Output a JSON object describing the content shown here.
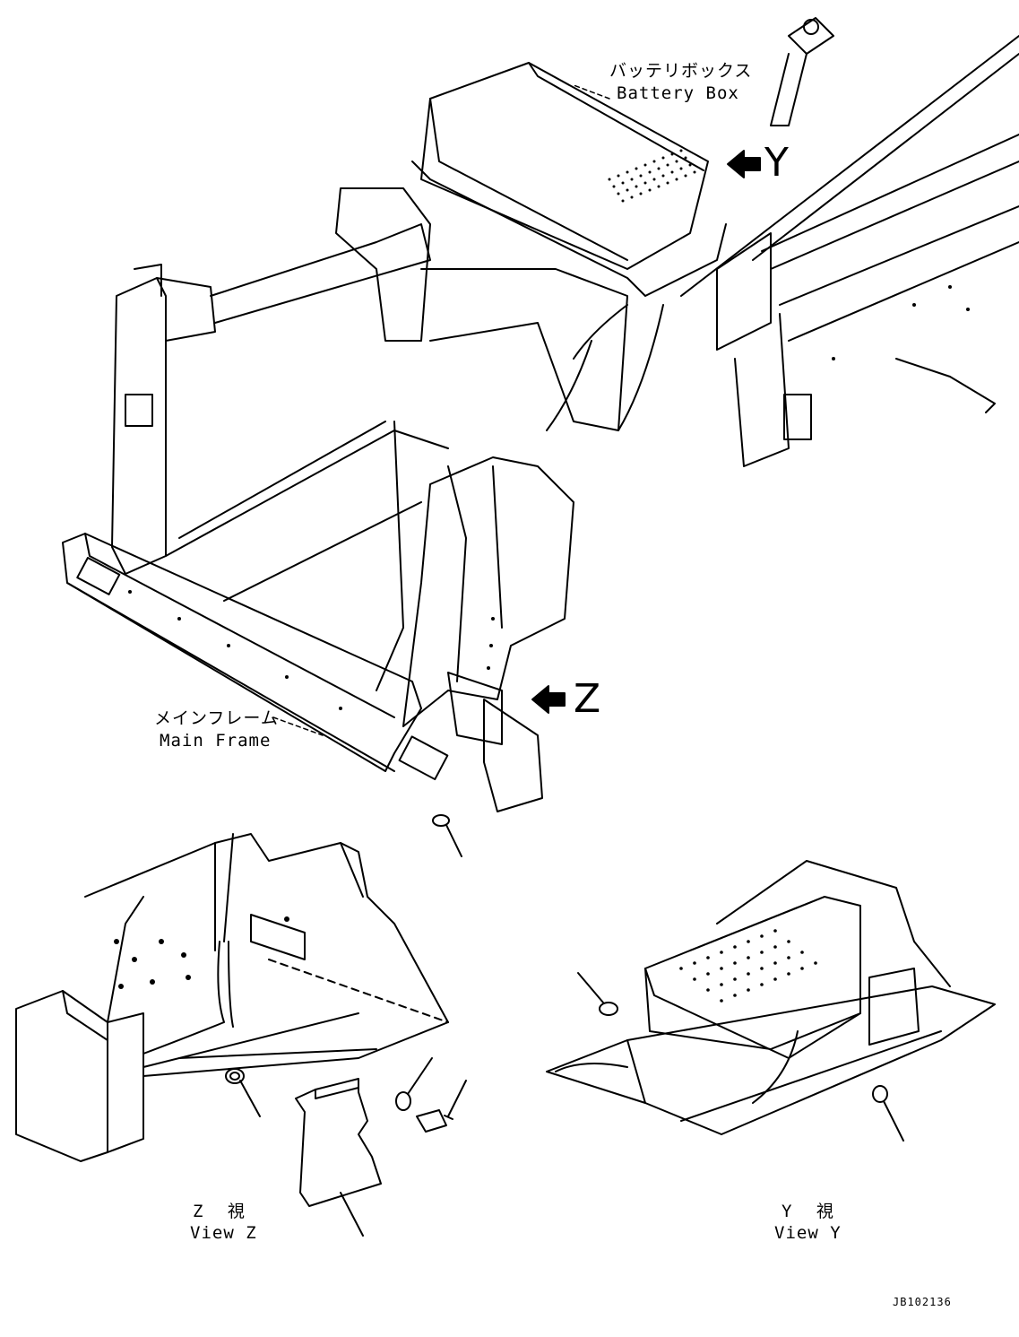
{
  "labels": {
    "battery_box_jp": "バッテリボックス",
    "battery_box_en": "Battery Box",
    "main_frame_jp": "メインフレーム",
    "main_frame_en": "Main Frame",
    "view_z_jp": "Z 視",
    "view_z_en": "View Z",
    "view_y_jp": "Y 視",
    "view_y_en": "View Y",
    "arrow_y": "Y",
    "arrow_z": "Z",
    "drawing_code": "JB102136"
  }
}
